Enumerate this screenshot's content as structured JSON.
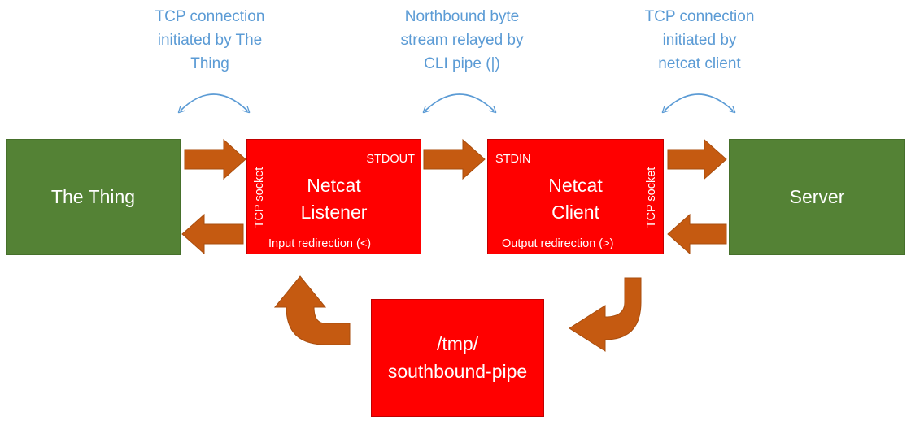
{
  "captions": {
    "left": "TCP connection\ninitiated by The\nThing",
    "middle": "Northbound byte\nstream relayed by\nCLI pipe (|)",
    "right": "TCP connection\ninitiated by\nnetcat client"
  },
  "boxes": {
    "thing": "The Thing",
    "listener": "Netcat\nListener",
    "client": "Netcat\nClient",
    "server": "Server",
    "pipe": "/tmp/\nsouthbound-pipe"
  },
  "labels": {
    "listener_stdout": "STDOUT",
    "listener_socket": "TCP socket",
    "listener_redirect": "Input redirection (<)",
    "client_stdin": "STDIN",
    "client_socket": "TCP socket",
    "client_redirect": "Output redirection (>)"
  },
  "colors": {
    "green_box": "#548235",
    "red_box": "#ff0000",
    "arrow": "#c55a11",
    "caption": "#5b9bd5"
  }
}
